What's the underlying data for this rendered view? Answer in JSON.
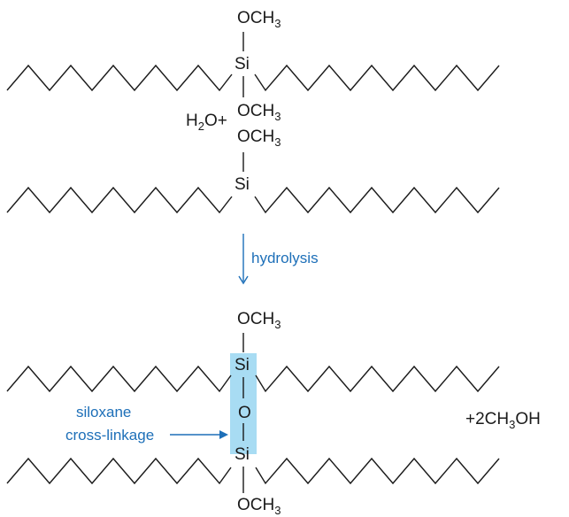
{
  "top_molecule_1": {
    "top_group": {
      "prefix": "OCH",
      "sub": "3"
    },
    "center_atom": "Si",
    "bottom_group": {
      "prefix": "OCH",
      "sub": "3"
    }
  },
  "water": {
    "prefix": "H",
    "sub": "2",
    "suffix": "O+"
  },
  "top_molecule_2": {
    "top_group": {
      "prefix": "OCH",
      "sub": "3"
    },
    "center_atom": "Si"
  },
  "reaction_arrow": {
    "label": "hydrolysis",
    "color": "#1d6fb8"
  },
  "product": {
    "top_group": {
      "prefix": "OCH",
      "sub": "3"
    },
    "upper_atom": "Si",
    "bridge_atom": "O",
    "lower_atom": "Si",
    "bottom_group": {
      "prefix": "OCH",
      "sub": "3"
    },
    "highlight_color": "#a8dcf3",
    "crosslink_label_line1": "siloxane",
    "crosslink_label_line2": "cross-linkage",
    "byproduct": {
      "prefix": "+2CH",
      "sub": "3",
      "suffix": "OH"
    }
  }
}
